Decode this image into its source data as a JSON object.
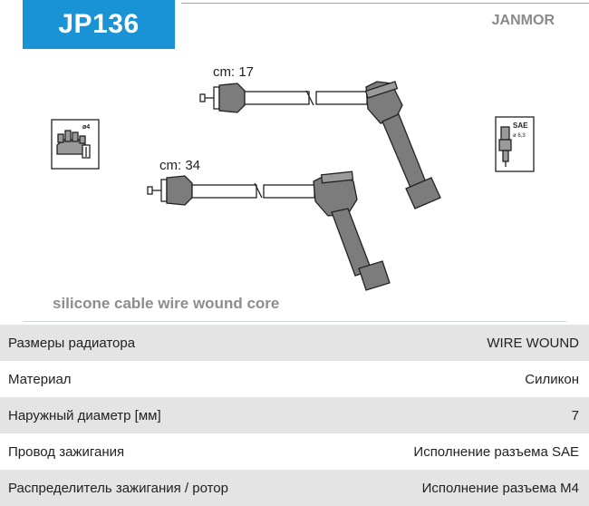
{
  "header": {
    "code": "JP136",
    "brand": "JANMOR"
  },
  "figure": {
    "lead_top_label": "cm: 17",
    "lead_bottom_label": "cm: 34",
    "distributor_icon_label": "ø4",
    "plug_icon_label": "SAE",
    "plug_icon_sub": "ø 6,3"
  },
  "caption": "silicone cable wire wound core",
  "specs": [
    {
      "label": "Размеры радиатора",
      "value": "WIRE WOUND"
    },
    {
      "label": "Материал",
      "value": "Силикон"
    },
    {
      "label": "Наружный диаметр [мм]",
      "value": "7"
    },
    {
      "label": "Провод зажигания",
      "value": "Исполнение разъема SAE"
    },
    {
      "label": "Распределитель зажигания / ротор",
      "value": "Исполнение разъема M4"
    }
  ],
  "colors": {
    "badge": "#1a93d6",
    "boot": "#7c7c7c",
    "row_shade": "#e4e4e4"
  }
}
